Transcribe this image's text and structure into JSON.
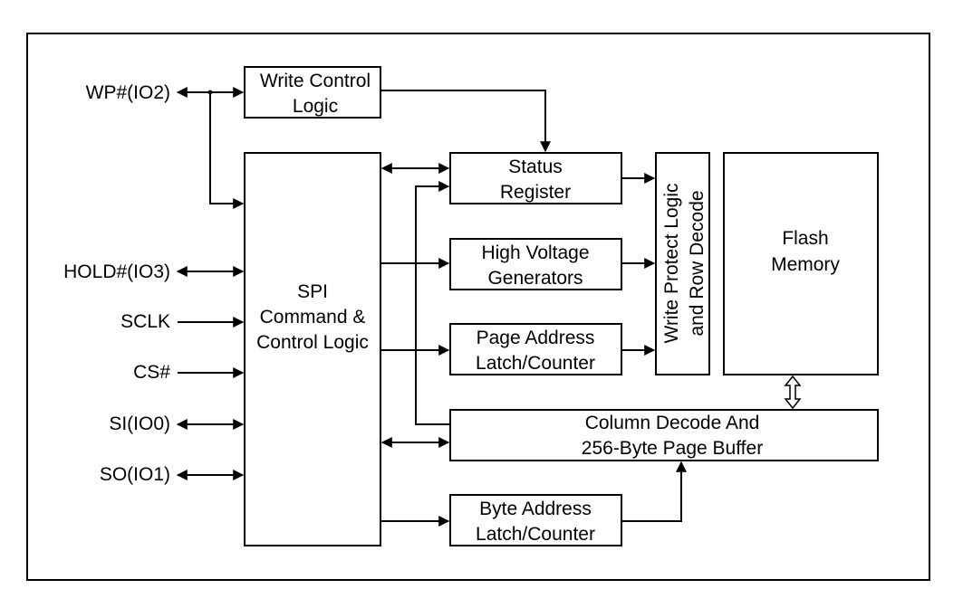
{
  "signals": {
    "wp": "WP#(IO2)",
    "hold": "HOLD#(IO3)",
    "sclk": "SCLK",
    "cs": "CS#",
    "si": "SI(IO0)",
    "so": "SO(IO1)"
  },
  "blocks": {
    "write_control": [
      "Write Control",
      "Logic"
    ],
    "spi": [
      "SPI",
      "Command &",
      "Control Logic"
    ],
    "status_register": [
      "Status",
      "Register"
    ],
    "high_voltage": [
      "High Voltage",
      "Generators"
    ],
    "page_address": [
      "Page Address",
      "Latch/Counter"
    ],
    "write_protect": [
      "Write Protect Logic",
      "and Row Decode"
    ],
    "flash_memory": [
      "Flash",
      "Memory"
    ],
    "column_decode": [
      "Column Decode And",
      "256-Byte Page Buffer"
    ],
    "byte_address": [
      "Byte Address",
      "Latch/Counter"
    ]
  }
}
